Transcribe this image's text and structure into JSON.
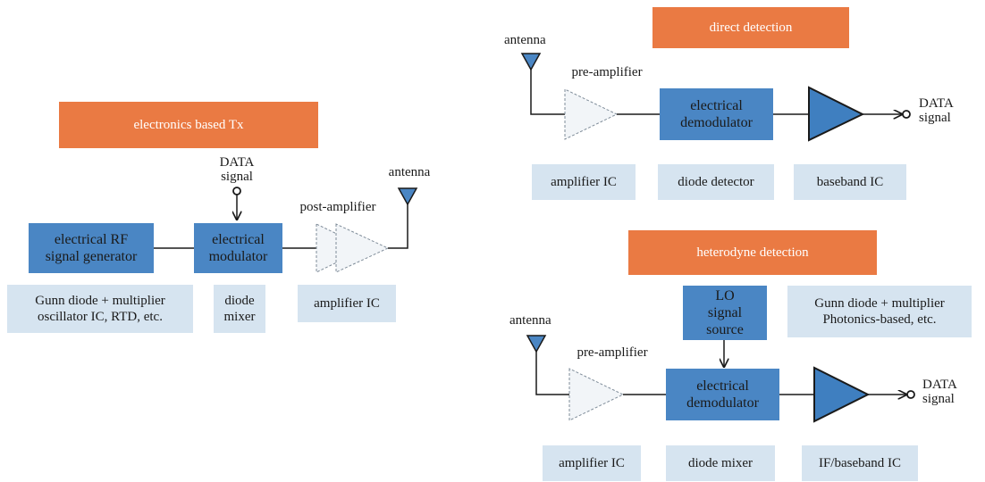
{
  "colors": {
    "title_fill": "#ea7a43",
    "block_fill": "#4a86c4",
    "label_fill": "#d6e4f0",
    "amp_fill_dark": "#3f7fc0",
    "amp_fill_light": "#f2f5f8"
  },
  "tx": {
    "title": "electronics based Tx",
    "data_signal": "DATA\nsignal",
    "rf_generator": "electrical RF\nsignal generator",
    "modulator": "electrical\nmodulator",
    "post_amplifier": "post-amplifier",
    "antenna": "antenna",
    "gunn_label": "Gunn diode + multiplier\noscillator IC, RTD, etc.",
    "mixer_label": "diode\nmixer",
    "amp_label": "amplifier IC"
  },
  "direct": {
    "title": "direct detection",
    "antenna": "antenna",
    "pre_amplifier": "pre-amplifier",
    "demodulator": "electrical\ndemodulator",
    "data_signal": "DATA\nsignal",
    "amp_label": "amplifier IC",
    "detector_label": "diode detector",
    "baseband_label": "baseband IC"
  },
  "hetero": {
    "title": "heterodyne detection",
    "lo_source": "LO\nsignal\nsource",
    "gunn_label": "Gunn diode + multiplier\nPhotonics-based, etc.",
    "antenna": "antenna",
    "pre_amplifier": "pre-amplifier",
    "demodulator": "electrical\ndemodulator",
    "data_signal": "DATA\nsignal",
    "amp_label": "amplifier IC",
    "mixer_label": "diode mixer",
    "if_label": "IF/baseband IC"
  }
}
